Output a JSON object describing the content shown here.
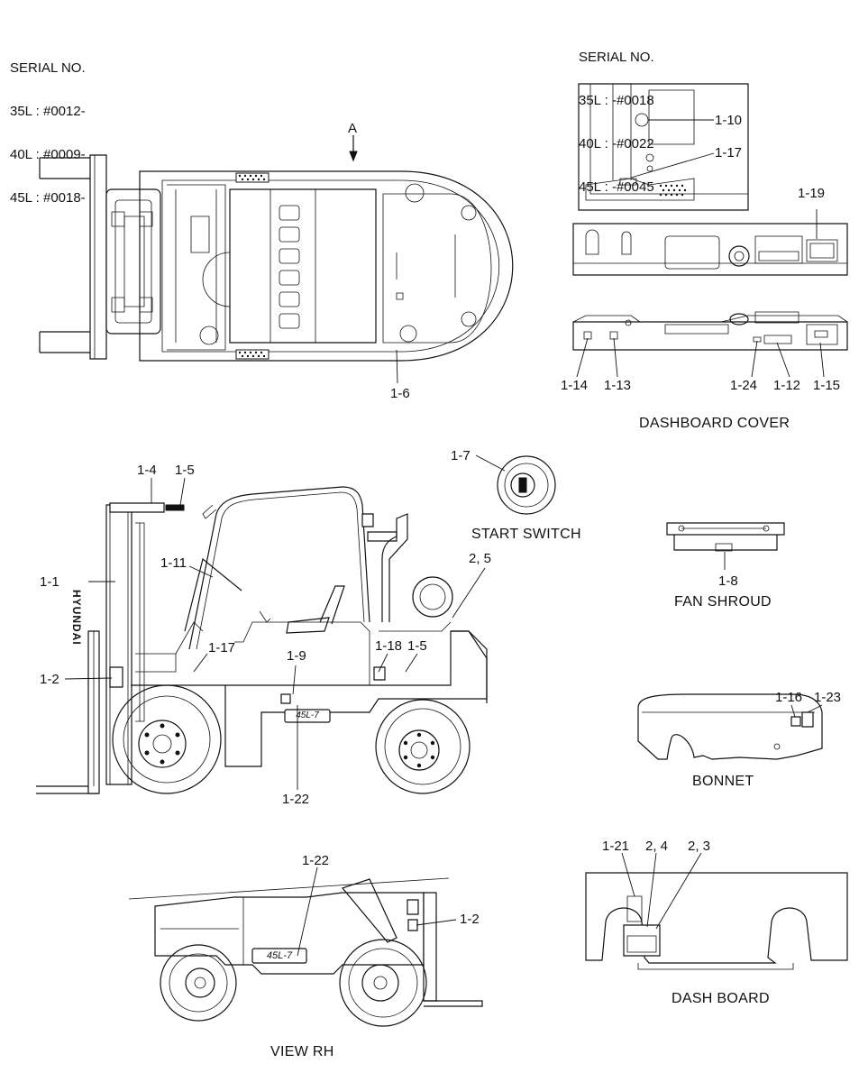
{
  "serial_left": {
    "title": "SERIAL NO.",
    "lines": [
      "35L : #0012-",
      "40L : #0009-",
      "45L : #0018-"
    ]
  },
  "serial_right": {
    "title": "SERIAL NO.",
    "lines": [
      "35L : -#0018",
      "40L : -#0022",
      "45L : -#0045"
    ]
  },
  "view_arrow_label": "A",
  "captions": {
    "dashboard_cover": "DASHBOARD COVER",
    "start_switch": "START SWITCH",
    "fan_shroud": "FAN SHROUD",
    "bonnet": "BONNET",
    "dash_board": "DASH BOARD",
    "view_rh": "VIEW  RH"
  },
  "model_badge": "45L-7",
  "brand_on_mast": "HYUNDAI",
  "callouts": {
    "top_view": [
      "1-6"
    ],
    "dash_inset": [
      "1-10",
      "1-17"
    ],
    "dashboard_cover": [
      "1-19",
      "1-14",
      "1-13",
      "1-24",
      "1-12",
      "1-15"
    ],
    "start_switch": [
      "1-7"
    ],
    "fan_shroud": [
      "1-8"
    ],
    "side_view": [
      "1-4",
      "1-5",
      "1-11",
      "1-1",
      "2, 5",
      "1-17",
      "1-9",
      "1-18",
      "1-5",
      "1-2",
      "1-22"
    ],
    "bonnet": [
      "1-16",
      "1-23"
    ],
    "view_rh": [
      "1-22",
      "1-2"
    ],
    "dash_board": [
      "1-21",
      "2, 4",
      "2, 3"
    ]
  }
}
